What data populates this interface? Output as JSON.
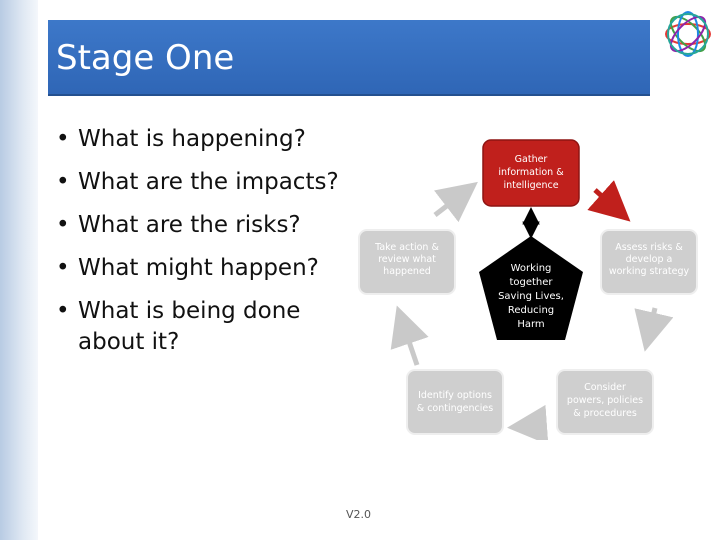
{
  "slide": {
    "title": "Stage One",
    "version": "V2.0"
  },
  "bullets": [
    {
      "text": "What is happening?"
    },
    {
      "text": "What are the impacts?"
    },
    {
      "text": "What are the risks?"
    },
    {
      "text": "What might happen?"
    },
    {
      "text": "What is being done about it?"
    }
  ],
  "diagram": {
    "center": {
      "lines": [
        "Working",
        "together",
        "Saving Lives,",
        "Reducing",
        "Harm"
      ]
    },
    "nodes": {
      "gather": {
        "lines": [
          "Gather",
          "information &",
          "intelligence"
        ]
      },
      "assess": {
        "lines": [
          "Assess risks &",
          "develop a",
          "working strategy"
        ]
      },
      "consider": {
        "lines": [
          "Consider",
          "powers, policies",
          "& procedures"
        ]
      },
      "identify": {
        "lines": [
          "Identify options",
          "& contingencies"
        ]
      },
      "take_action": {
        "lines": [
          "Take action &",
          "review what",
          "happened"
        ]
      }
    }
  },
  "colors": {
    "title_bar": "#2f66b6",
    "gather_node": "#c0201c",
    "grey_node": "#cfcfcf",
    "center": "#000000",
    "red_arrow": "#c0201c"
  },
  "icons": {
    "logo": "interlocking-rings-logo"
  }
}
